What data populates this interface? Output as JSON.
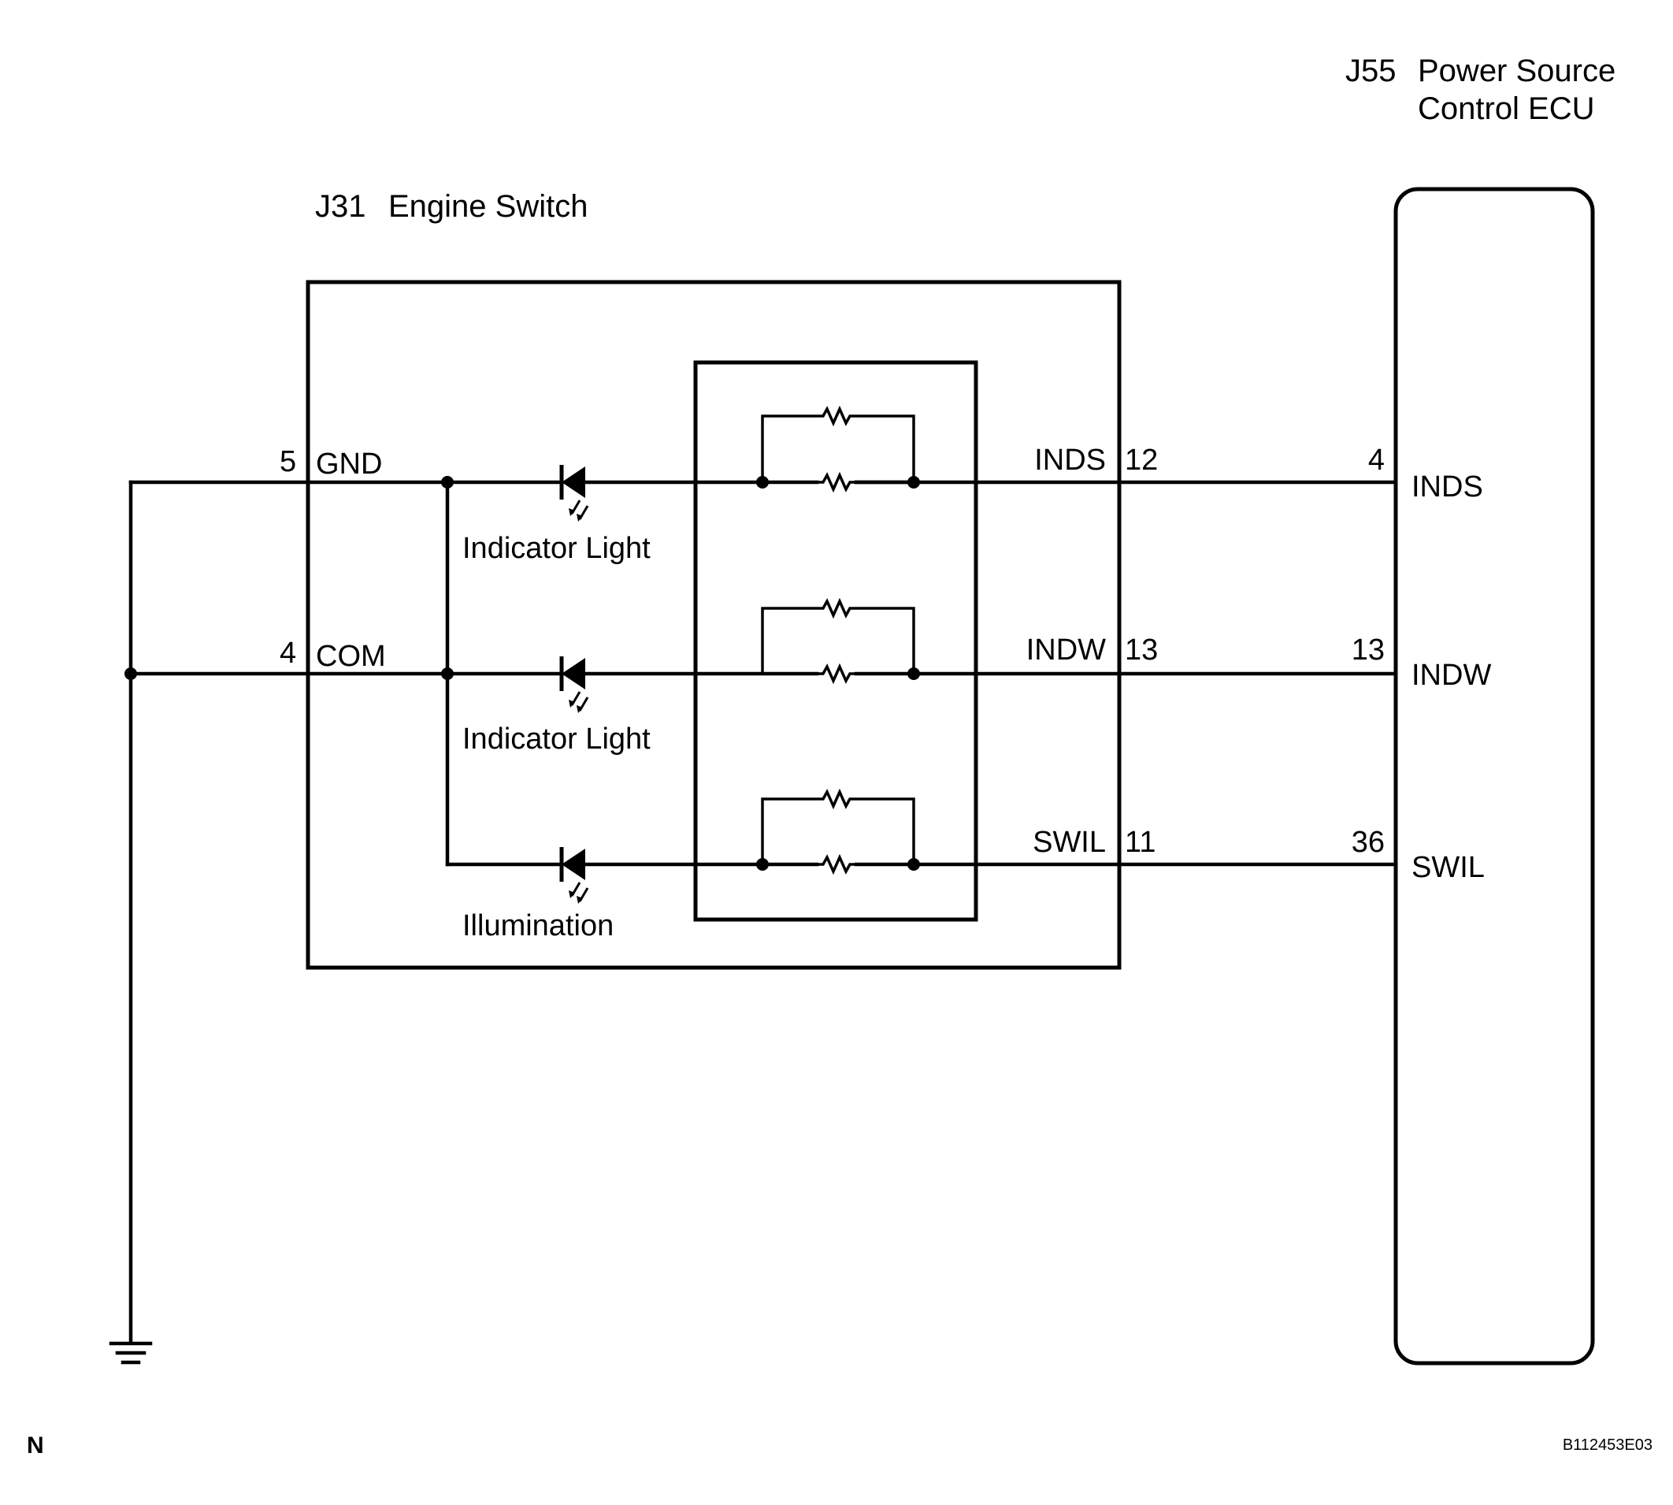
{
  "ecu": {
    "connector": "J55",
    "name_line1": "Power Source",
    "name_line2": "Control ECU"
  },
  "switch": {
    "connector": "J31",
    "name": "Engine Switch"
  },
  "left_pins": [
    {
      "num": "5",
      "name": "GND"
    },
    {
      "num": "4",
      "name": "COM"
    }
  ],
  "lamps": [
    {
      "label": "Indicator Light"
    },
    {
      "label": "Indicator Light"
    },
    {
      "label": "Illumination"
    }
  ],
  "signals": [
    {
      "switch_name": "INDS",
      "switch_pin": "12",
      "ecu_pin": "4",
      "ecu_name": "INDS"
    },
    {
      "switch_name": "INDW",
      "switch_pin": "13",
      "ecu_pin": "13",
      "ecu_name": "INDW"
    },
    {
      "switch_name": "SWIL",
      "switch_pin": "11",
      "ecu_pin": "36",
      "ecu_name": "SWIL"
    }
  ],
  "footer": {
    "left": "N",
    "right": "B112453E03"
  }
}
